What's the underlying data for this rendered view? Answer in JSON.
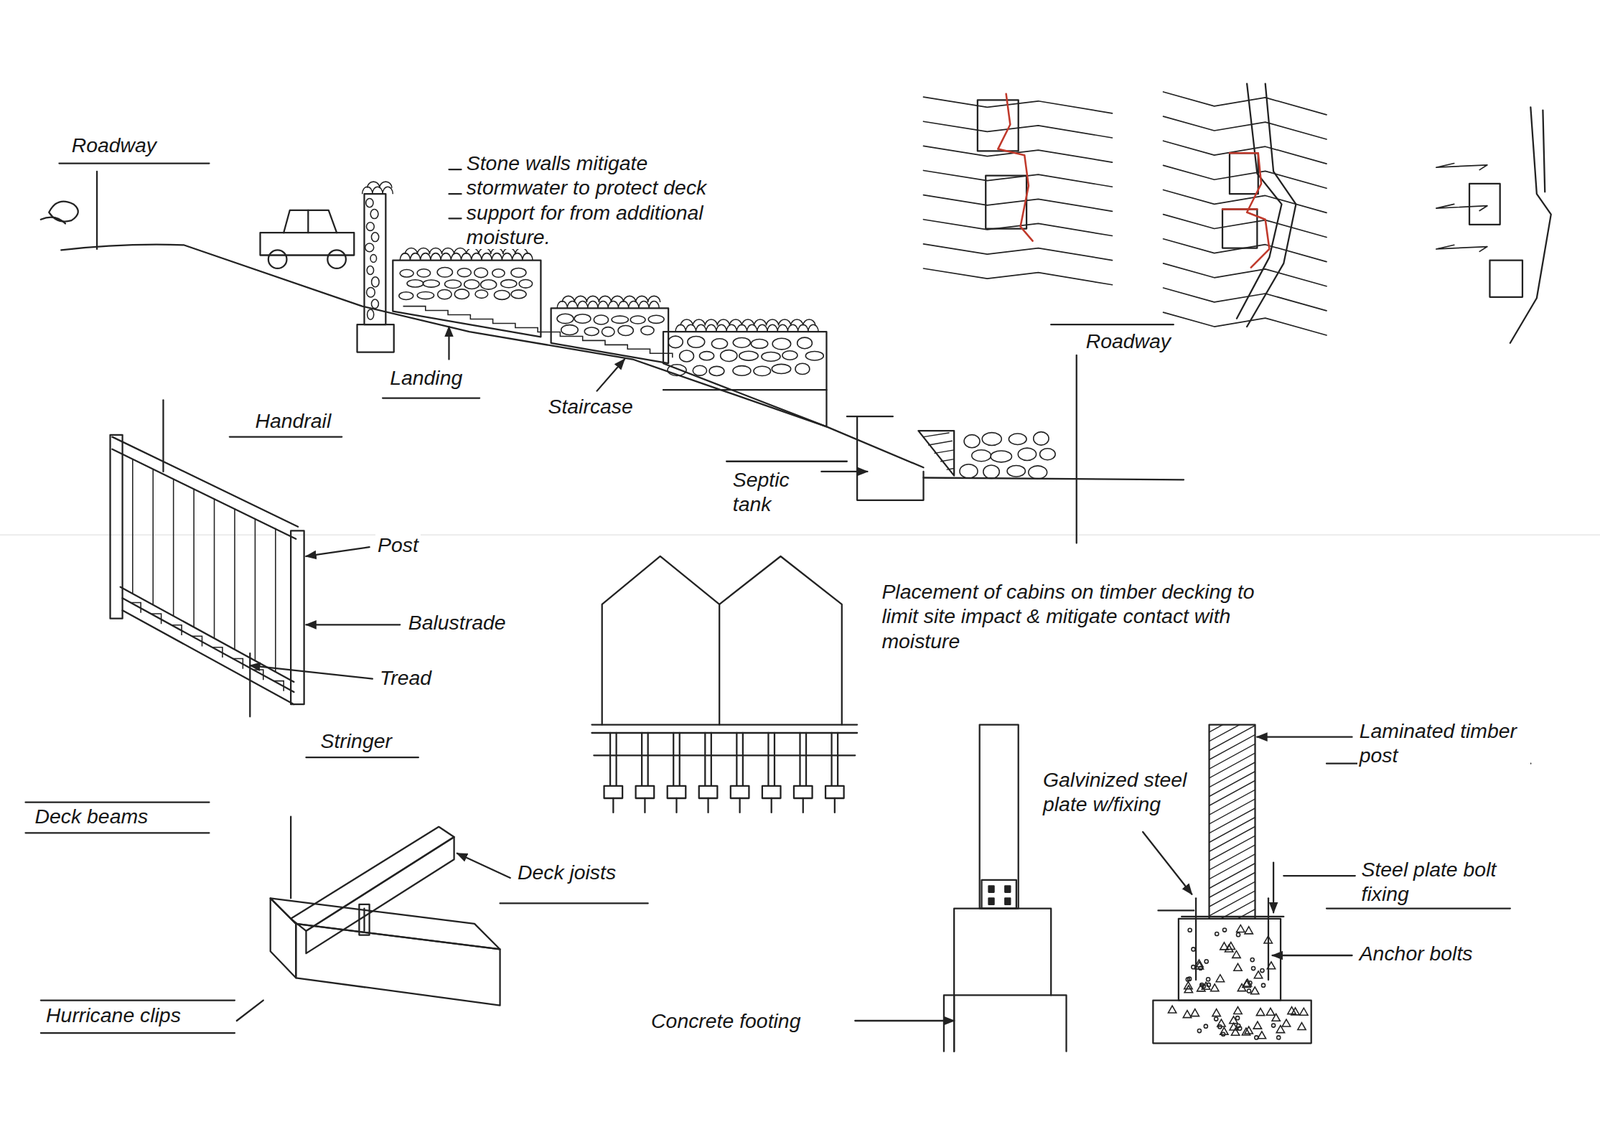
{
  "diagram": {
    "labels": [
      "Roadway",
      "Stone walls mitigate stormwater to protect deck support for from additional moisture.",
      "Landing",
      "Staircase",
      "Roadway",
      "Septic tank",
      "Handrail",
      "Post",
      "Balustrade",
      "Tread",
      "Stringer",
      "Placement of cabins on timber decking to limit site impact & mitigate contact with moisture",
      "Deck beams",
      "Deck joists",
      "Hurricane clips",
      "Concrete footing",
      "Galvinized steel plate w/fixing",
      "Laminated timber post",
      "Steel plate bolt fixing",
      "Anchor bolts"
    ]
  }
}
